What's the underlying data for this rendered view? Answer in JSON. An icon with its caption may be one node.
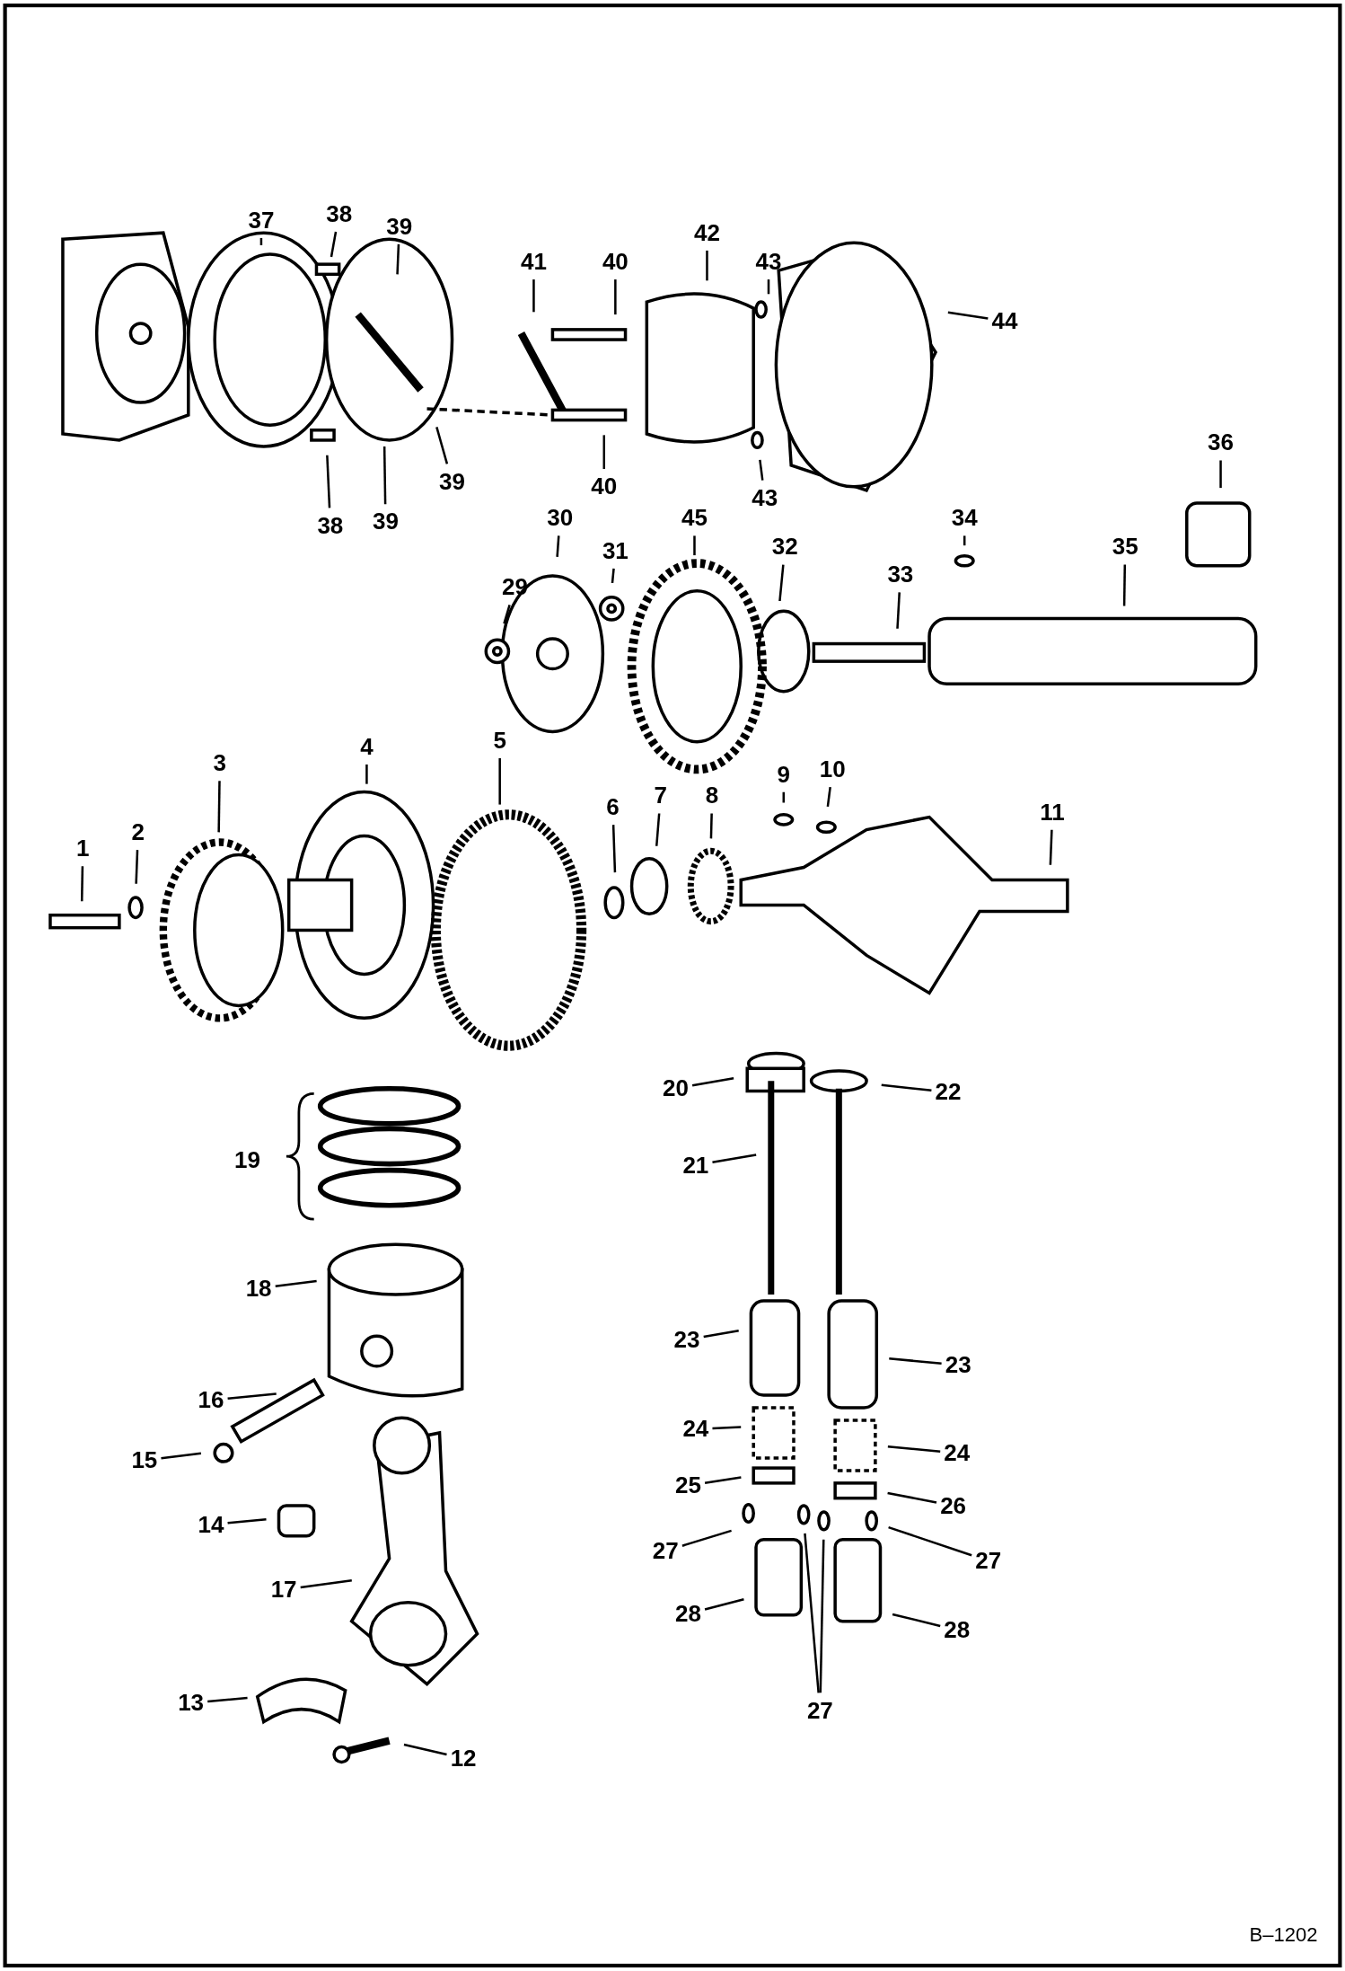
{
  "diagram": {
    "nodes": [
      {
        "text": [
          "37"
        ]
      },
      {
        "text": [
          "38"
        ]
      },
      {
        "text": [
          "39"
        ]
      },
      {
        "text": [
          "41"
        ]
      },
      {
        "text": [
          "40"
        ]
      },
      {
        "text": [
          "42"
        ]
      },
      {
        "text": [
          "43"
        ]
      },
      {
        "text": [
          "44"
        ]
      },
      {
        "text": [
          "39"
        ]
      },
      {
        "text": [
          "38"
        ]
      },
      {
        "text": [
          "39"
        ]
      },
      {
        "text": [
          "40"
        ]
      },
      {
        "text": [
          "43"
        ]
      },
      {
        "text": [
          "36"
        ]
      },
      {
        "text": [
          "30"
        ]
      },
      {
        "text": [
          "31"
        ]
      },
      {
        "text": [
          "45"
        ]
      },
      {
        "text": [
          "32"
        ]
      },
      {
        "text": [
          "34"
        ]
      },
      {
        "text": [
          "29"
        ]
      },
      {
        "text": [
          "33"
        ]
      },
      {
        "text": [
          "35"
        ]
      },
      {
        "text": [
          "3"
        ]
      },
      {
        "text": [
          "4"
        ]
      },
      {
        "text": [
          "5"
        ]
      },
      {
        "text": [
          "2"
        ]
      },
      {
        "text": [
          "1"
        ]
      },
      {
        "text": [
          "6"
        ]
      },
      {
        "text": [
          "7"
        ]
      },
      {
        "text": [
          "8"
        ]
      },
      {
        "text": [
          "9"
        ]
      },
      {
        "text": [
          "10"
        ]
      },
      {
        "text": [
          "11"
        ]
      },
      {
        "text": [
          "20"
        ]
      },
      {
        "text": [
          "22"
        ]
      },
      {
        "text": [
          "21"
        ]
      },
      {
        "text": [
          "18"
        ]
      },
      {
        "text": [
          "23"
        ]
      },
      {
        "text": [
          "23"
        ]
      },
      {
        "text": [
          "16"
        ]
      },
      {
        "text": [
          "24"
        ]
      },
      {
        "text": [
          "15"
        ]
      },
      {
        "text": [
          "24"
        ]
      },
      {
        "text": [
          "25"
        ]
      },
      {
        "text": [
          "26"
        ]
      },
      {
        "text": [
          "14"
        ]
      },
      {
        "text": [
          "27"
        ]
      },
      {
        "text": [
          "27"
        ]
      },
      {
        "text": [
          "17"
        ]
      },
      {
        "text": [
          "28"
        ]
      },
      {
        "text": [
          "28"
        ]
      },
      {
        "text": [
          "27"
        ]
      },
      {
        "text": [
          "13"
        ]
      },
      {
        "text": [
          "12"
        ]
      },
      {
        "text": [
          "19"
        ]
      }
    ],
    "edges": [
      {
        "from": 0,
        "to": null,
        "arrow": "none"
      },
      {
        "from": 1,
        "to": null,
        "arrow": "none"
      },
      {
        "from": 2,
        "to": null,
        "arrow": "none"
      },
      {
        "from": 3,
        "to": null,
        "arrow": "none"
      },
      {
        "from": 4,
        "to": null,
        "arrow": "none"
      },
      {
        "from": 5,
        "to": null,
        "arrow": "none"
      },
      {
        "from": 6,
        "to": null,
        "arrow": "none"
      },
      {
        "from": 7,
        "to": null,
        "arrow": "none"
      },
      {
        "from": 8,
        "to": null,
        "arrow": "none"
      },
      {
        "from": 9,
        "to": null,
        "arrow": "none"
      },
      {
        "from": 10,
        "to": null,
        "arrow": "none"
      },
      {
        "from": 11,
        "to": null,
        "arrow": "none"
      },
      {
        "from": 12,
        "to": null,
        "arrow": "none"
      },
      {
        "from": 13,
        "to": null,
        "arrow": "none"
      },
      {
        "from": 14,
        "to": null,
        "arrow": "none"
      },
      {
        "from": 15,
        "to": null,
        "arrow": "none"
      },
      {
        "from": 16,
        "to": null,
        "arrow": "none"
      },
      {
        "from": 17,
        "to": null,
        "arrow": "none"
      },
      {
        "from": 18,
        "to": null,
        "arrow": "none"
      },
      {
        "from": 19,
        "to": null,
        "arrow": "none"
      },
      {
        "from": 20,
        "to": null,
        "arrow": "none"
      },
      {
        "from": 21,
        "to": null,
        "arrow": "none"
      },
      {
        "from": 22,
        "to": null,
        "arrow": "none"
      },
      {
        "from": 23,
        "to": null,
        "arrow": "none"
      },
      {
        "from": 24,
        "to": null,
        "arrow": "none"
      },
      {
        "from": 25,
        "to": null,
        "arrow": "none"
      },
      {
        "from": 26,
        "to": null,
        "arrow": "none"
      },
      {
        "from": 27,
        "to": null,
        "arrow": "none"
      },
      {
        "from": 28,
        "to": null,
        "arrow": "none"
      },
      {
        "from": 29,
        "to": null,
        "arrow": "none"
      },
      {
        "from": 30,
        "to": null,
        "arrow": "none"
      },
      {
        "from": 31,
        "to": null,
        "arrow": "none"
      },
      {
        "from": 32,
        "to": null,
        "arrow": "none"
      },
      {
        "from": 33,
        "to": null,
        "arrow": "none"
      },
      {
        "from": 34,
        "to": null,
        "arrow": "none"
      },
      {
        "from": 35,
        "to": null,
        "arrow": "none"
      },
      {
        "from": 36,
        "to": null,
        "arrow": "none"
      },
      {
        "from": 37,
        "to": null,
        "arrow": "none"
      },
      {
        "from": 38,
        "to": null,
        "arrow": "none"
      },
      {
        "from": 39,
        "to": null,
        "arrow": "none"
      },
      {
        "from": 40,
        "to": null,
        "arrow": "none"
      },
      {
        "from": 41,
        "to": null,
        "arrow": "none"
      },
      {
        "from": 42,
        "to": null,
        "arrow": "none"
      },
      {
        "from": 43,
        "to": null,
        "arrow": "none"
      },
      {
        "from": 44,
        "to": null,
        "arrow": "none"
      },
      {
        "from": 45,
        "to": null,
        "arrow": "none"
      },
      {
        "from": 46,
        "to": null,
        "arrow": "none"
      },
      {
        "from": 47,
        "to": null,
        "arrow": "none"
      },
      {
        "from": 48,
        "to": null,
        "arrow": "none"
      },
      {
        "from": 49,
        "to": null,
        "arrow": "none"
      },
      {
        "from": 50,
        "to": null,
        "arrow": "none"
      },
      {
        "from": 51,
        "to": null,
        "arrow": "none"
      },
      {
        "from": 51,
        "to": null,
        "arrow": "none"
      },
      {
        "from": 52,
        "to": null,
        "arrow": "none"
      },
      {
        "from": 53,
        "to": null,
        "arrow": "none"
      }
    ],
    "labels": [
      "B–1202"
    ]
  }
}
